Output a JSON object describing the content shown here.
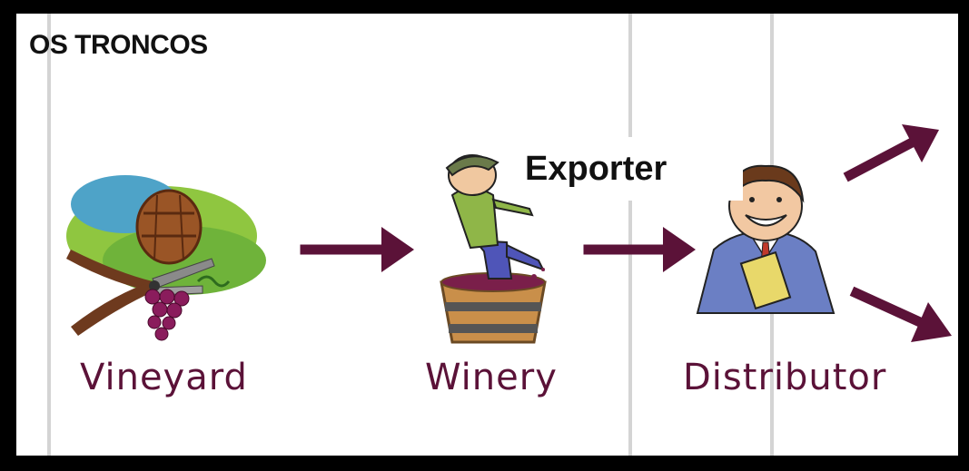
{
  "title": "OS TRONCOS",
  "overlay_label": "Exporter",
  "nodes": [
    {
      "label": "Vineyard",
      "icon": "vineyard-clipart-icon"
    },
    {
      "label": "Winery",
      "icon": "winemaker-stomping-grapes-icon"
    },
    {
      "label": "Distributor",
      "icon": "smiling-businessman-icon"
    }
  ],
  "colors": {
    "frame": "#000000",
    "arrow": "#5b1238",
    "label": "#5b1238",
    "text": "#111111"
  }
}
